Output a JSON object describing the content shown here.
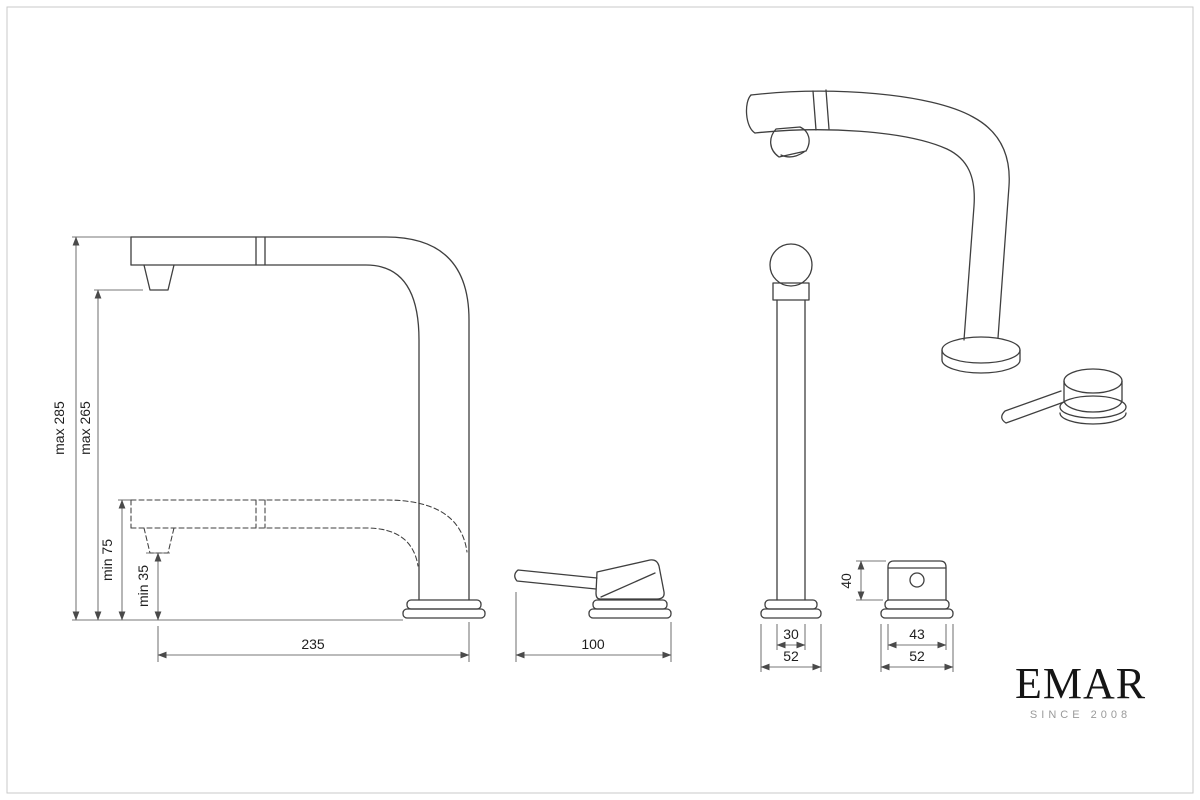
{
  "side_view": {
    "dim_max_outer": "max 285",
    "dim_max_inner": "max 265",
    "dim_min_outer": "min 75",
    "dim_min_inner": "min 35",
    "dim_reach": "235",
    "dim_handle_width": "100"
  },
  "front_view": {
    "dim_spout_width": "30",
    "dim_base_width": "52"
  },
  "handle_front_view": {
    "dim_height": "40",
    "dim_body_width": "43",
    "dim_base_width": "52"
  },
  "logo": {
    "brand": "EMAR",
    "tagline": "SINCE 2008"
  }
}
